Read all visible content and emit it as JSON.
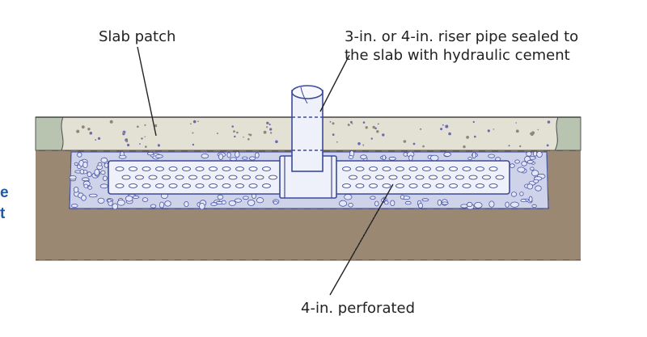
{
  "labels": {
    "slab_patch": "Slab patch",
    "riser_line1": "3-in. or 4-in. riser pipe sealed to",
    "riser_line2": "the slab with hydraulic cement",
    "perforated": "4-in. perforated"
  },
  "edge_text": {
    "line1": "e",
    "line2": "t"
  },
  "colors": {
    "soil_base": "#c8b59c",
    "soil_line": "#6e5c4a",
    "concrete": "#e3e0d4",
    "concrete_speck": "#6a6ab4",
    "slab_edge": "#b9c4b0",
    "gravel_fill": "#cfd3ea",
    "gravel_stroke": "#4a55a6",
    "pipe_fill": "#eef1fa",
    "pipe_stroke": "#3d4a9a",
    "leader": "#222222",
    "edge_text": "#1f5aa6"
  }
}
